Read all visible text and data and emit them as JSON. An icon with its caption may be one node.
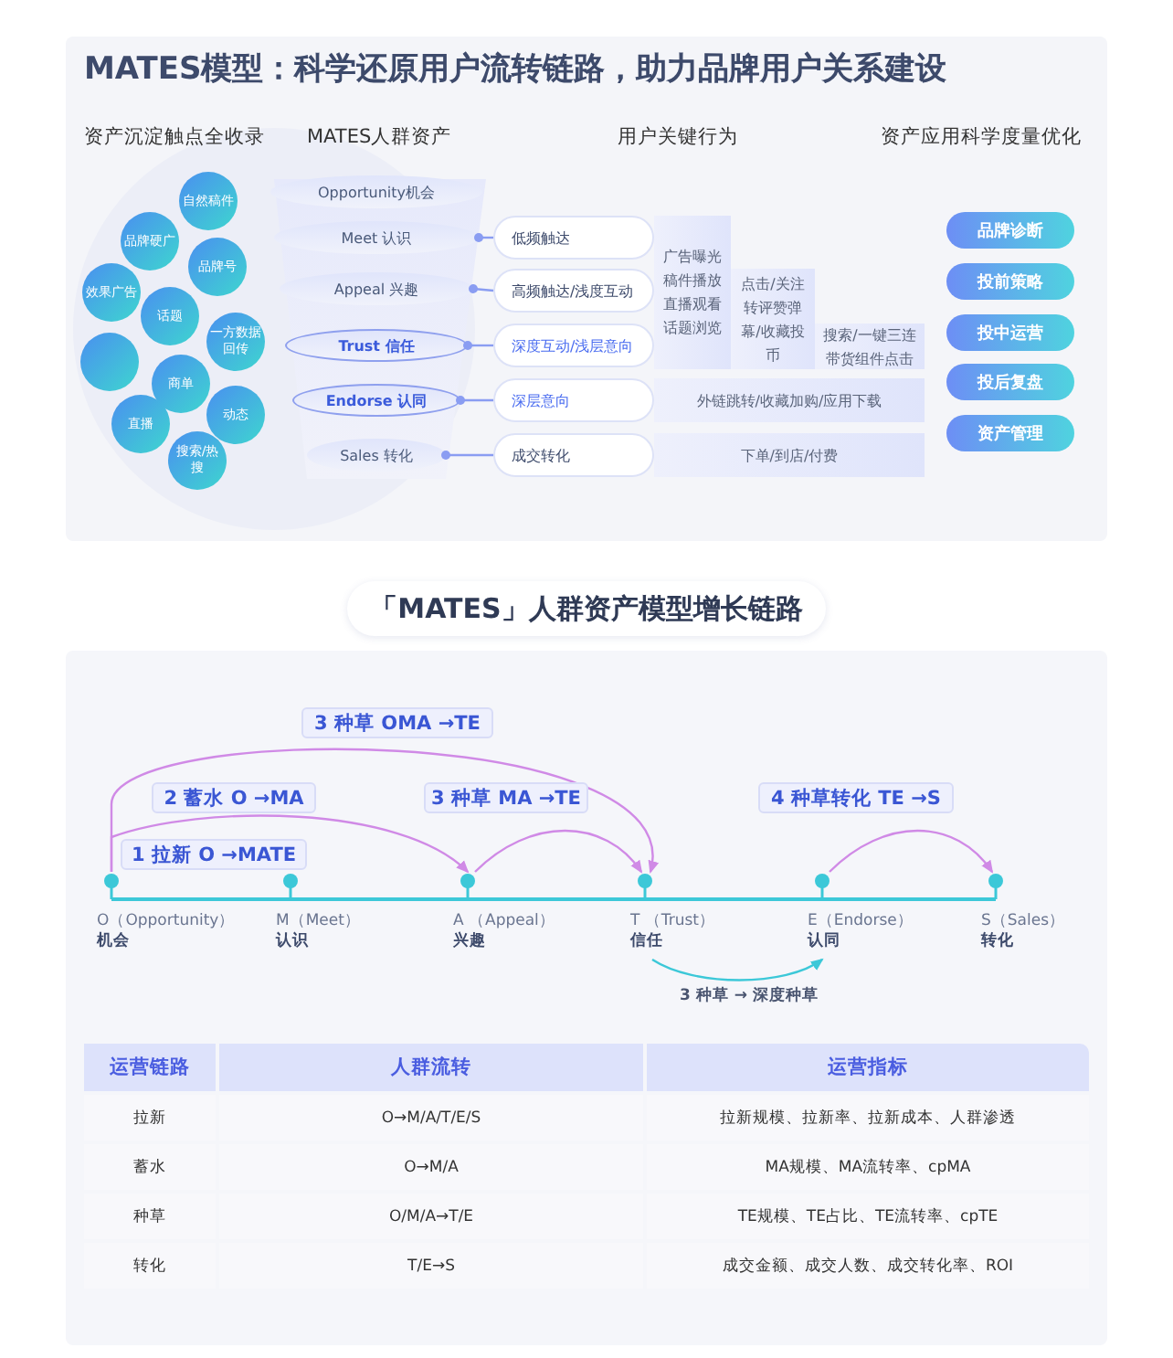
{
  "diagram": {
    "title": "MATES模型：科学还原用户流转链路，助力品牌用户关系建设",
    "nodes": [
      {
        "text": [
          "自然稿件"
        ]
      },
      {
        "text": [
          "品牌硬广"
        ]
      },
      {
        "text": [
          "品牌号"
        ]
      },
      {
        "text": [
          "效果广告"
        ]
      },
      {
        "text": [
          "话题"
        ]
      },
      {
        "text": [
          "一方数据回传"
        ]
      },
      {
        "text": [],
        "shape": "circle"
      },
      {
        "text": [
          "商单"
        ]
      },
      {
        "text": [
          "动态"
        ]
      },
      {
        "text": [
          "直播"
        ]
      },
      {
        "text": [
          "搜索/热搜"
        ]
      },
      {
        "text": [
          "Opportunity机会"
        ]
      },
      {
        "text": [
          "Meet 认识"
        ]
      },
      {
        "text": [
          "Appeal 兴趣"
        ]
      },
      {
        "text": [
          "Trust 信任"
        ]
      },
      {
        "text": [
          "Endorse 认同"
        ]
      },
      {
        "text": [
          "Sales 转化"
        ]
      },
      {
        "text": [
          "低频触达"
        ]
      },
      {
        "text": [
          "高频触达/浅度互动"
        ]
      },
      {
        "text": [
          "深度互动/浅层意向"
        ]
      },
      {
        "text": [
          "深层意向"
        ]
      },
      {
        "text": [
          "成交转化"
        ]
      },
      {
        "text": [
          "广告曝光稿件播放直播观看话题浏览"
        ]
      },
      {
        "text": [
          "点击/关注转评赞弹幕/收藏投币"
        ]
      },
      {
        "text": [
          "搜索/一键三连带货组件点击"
        ]
      },
      {
        "text": [
          "外链跳转/收藏加购/应用下载"
        ]
      },
      {
        "text": [
          "下单/到店/付费"
        ]
      },
      {
        "text": [
          "品牌诊断"
        ]
      },
      {
        "text": [
          "投前策略"
        ]
      },
      {
        "text": [
          "投中运营"
        ]
      },
      {
        "text": [
          "投后复盘"
        ]
      },
      {
        "text": [
          "资产管理"
        ]
      },
      {
        "text": [
          "O（Opportunity）",
          "机会"
        ]
      },
      {
        "text": [
          "M（Meet）",
          "认识"
        ]
      },
      {
        "text": [
          "A （Appeal）",
          "兴趣"
        ]
      },
      {
        "text": [
          "T （Trust）",
          "信任"
        ]
      },
      {
        "text": [
          "E（Endorse）",
          "认同"
        ]
      },
      {
        "text": [
          "S（Sales）",
          "转化"
        ]
      }
    ],
    "edges": [
      {
        "from": 12,
        "to": 17,
        "arrow": "other"
      },
      {
        "from": 13,
        "to": 18,
        "arrow": "other"
      },
      {
        "from": 14,
        "to": 19,
        "arrow": "other"
      },
      {
        "from": 15,
        "to": 20,
        "arrow": "other"
      },
      {
        "from": 16,
        "to": 21,
        "arrow": "other"
      },
      {
        "from": 32,
        "to": 35,
        "arrow": "to",
        "label": "3 种草 OMA →TE",
        "color": "#d08ae6"
      },
      {
        "from": 32,
        "to": 34,
        "arrow": "to",
        "label": "2 蓄水 O →MA",
        "color": "#d08ae6"
      },
      {
        "from": 34,
        "to": 35,
        "arrow": "to",
        "label": "3 种草 MA →TE",
        "color": "#d08ae6"
      },
      {
        "from": 36,
        "to": 37,
        "arrow": "to",
        "label": "4 种草转化 TE →S",
        "color": "#d08ae6"
      },
      {
        "from": 35,
        "to": 36,
        "arrow": "to",
        "label": "3 种草 → 深度种草",
        "color": "#3cc8d8"
      }
    ],
    "labels": [
      "资产沉淀触点全收录",
      "MATES人群资产",
      "用户关键行为",
      "资产应用科学度量优化",
      "「MATES」人群资产模型增长链路",
      "1 拉新 O →MATE",
      "运营链路",
      "人群流转",
      "运营指标",
      "拉新",
      "O→M/A/T/E/S",
      "拉新规模、拉新率、拉新成本、人群渗透",
      "蓄水",
      "O→M/A",
      "MA规模、MA流转率、cpMA",
      "种草",
      "O/M/A→T/E",
      "TE规模、TE占比、TE流转率、cpTE",
      "转化",
      "T/E→S",
      "成交金额、成交人数、成交转化率、ROI"
    ]
  }
}
